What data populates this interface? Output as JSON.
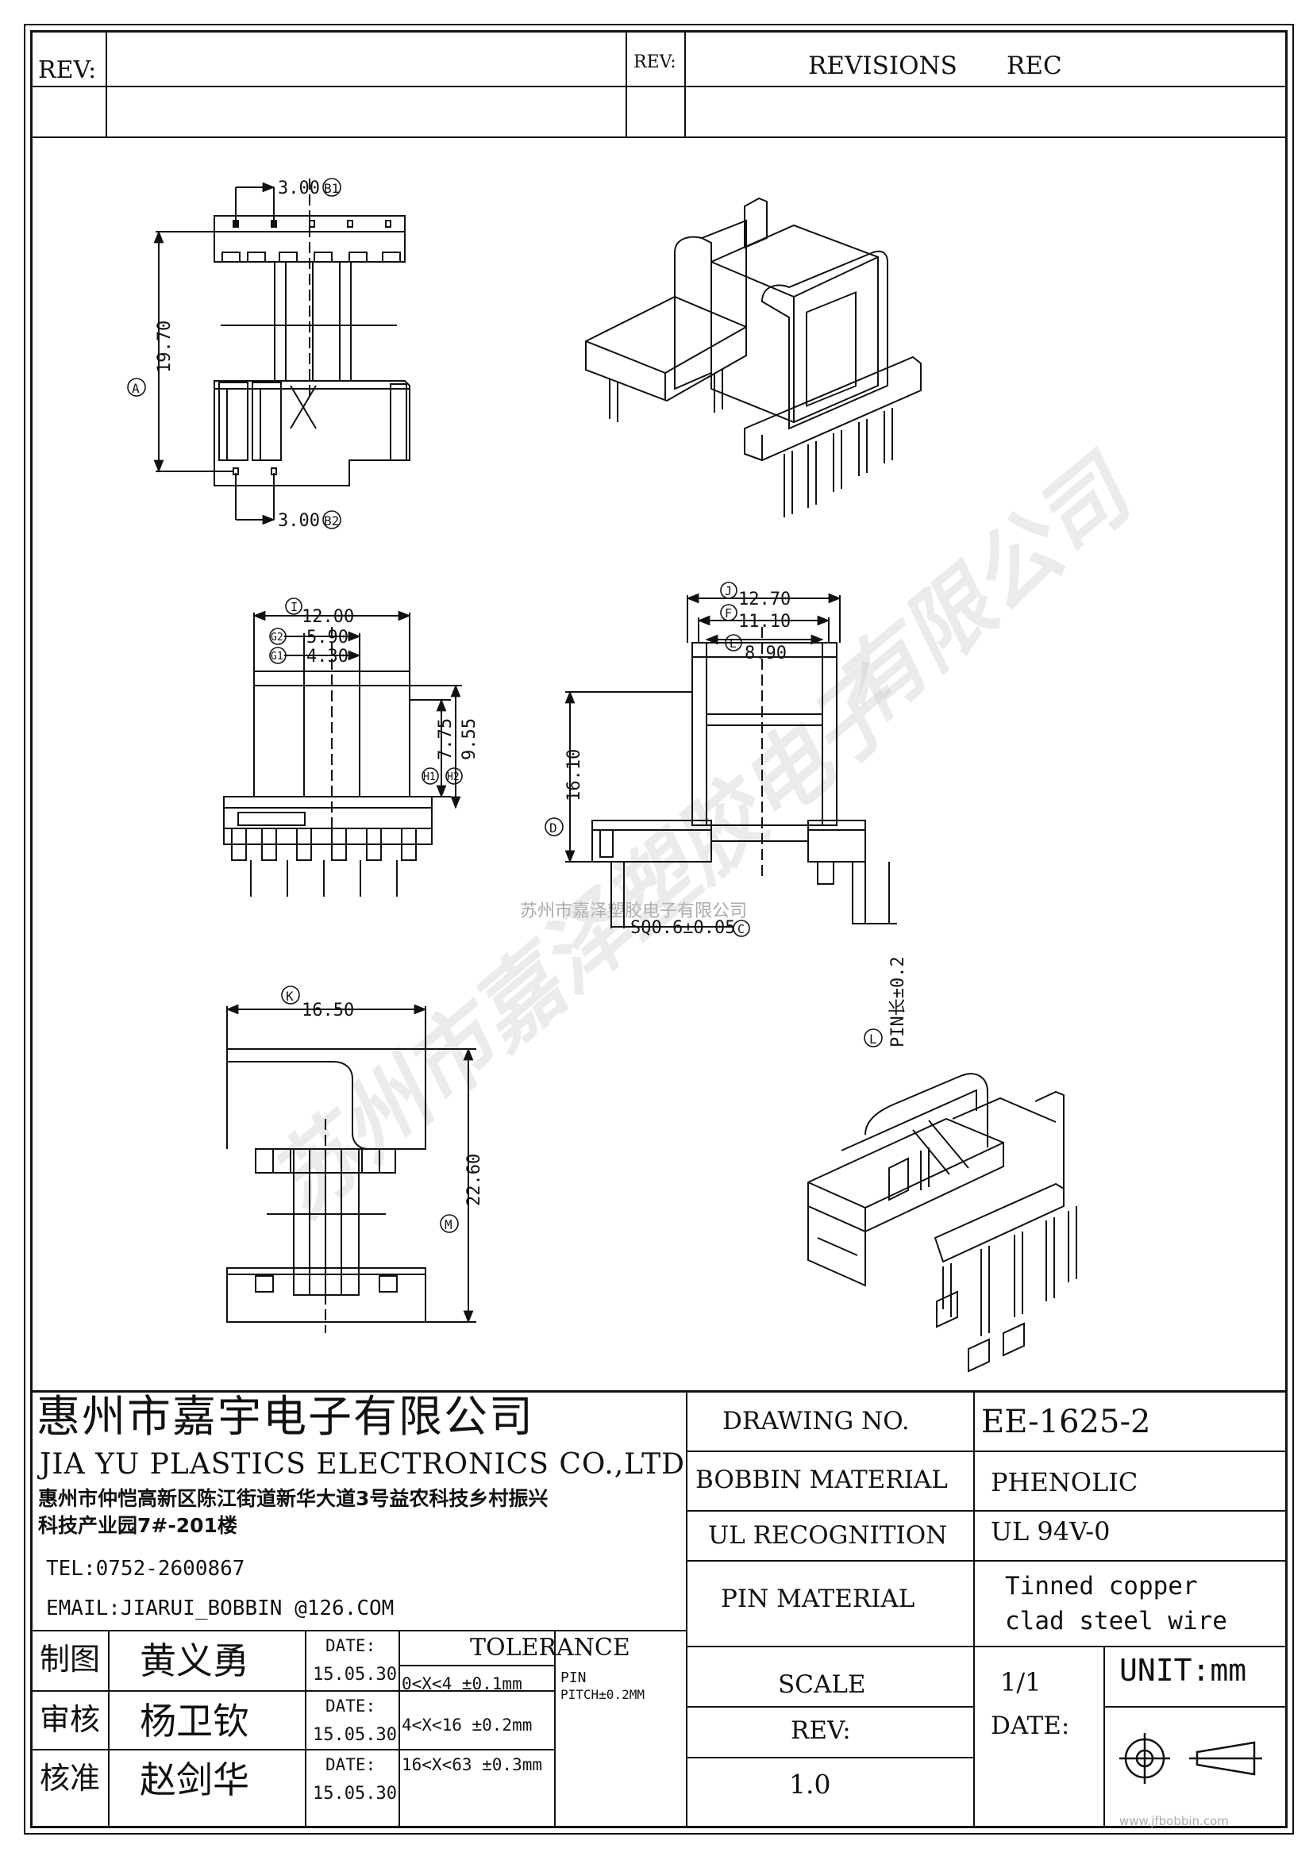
{
  "revision_block": {
    "rev_label_left": "REV:",
    "rev_label_right": "REV:",
    "revisions_label": "REVISIONS",
    "rec_label": "REC"
  },
  "dimensions": {
    "b1": "3.00",
    "b1_id": "B1",
    "b2": "3.00",
    "b2_id": "B2",
    "a": "19.70",
    "a_id": "A",
    "i": "12.00",
    "i_id": "I",
    "g2": "5.90",
    "g2_id": "G2",
    "g1": "4.30",
    "g1_id": "G1",
    "h1": "7.75",
    "h1_id": "H1",
    "h2": "9.55",
    "h2_id": "H2",
    "j": "12.70",
    "j_id": "J",
    "f": "11.10",
    "f_id": "F",
    "e": "8.90",
    "e_id": "E",
    "d": "16.10",
    "d_id": "D",
    "c": "SQ0.6±0.05",
    "c_id": "C",
    "l": "PIN长±0.2",
    "l_id": "L",
    "k": "16.50",
    "k_id": "K",
    "m": "22.60",
    "m_id": "M"
  },
  "watermark": {
    "company_small": "苏州市嘉泽塑胶电子有限公司",
    "big_1": "苏州市嘉泽塑胶电子",
    "big_2": "有限公司",
    "url": "www.jfbobbin.com"
  },
  "company": {
    "name_cn": "惠州市嘉宇电子有限公司",
    "name_en": "JIA YU PLASTICS ELECTRONICS CO.,LTD",
    "address_line1": "惠州市仲恺高新区陈江街道新华大道3号益农科技乡村振兴",
    "address_line2": "科技产业园7#-201楼",
    "tel": "TEL:0752-2600867",
    "email": "EMAIL:JIARUI_BOBBIN @126.COM"
  },
  "signoff": [
    {
      "role": "制图",
      "name": "黄义勇",
      "date_label": "DATE:",
      "date": "15.05.30"
    },
    {
      "role": "审核",
      "name": "杨卫钦",
      "date_label": "DATE:",
      "date": "15.05.30"
    },
    {
      "role": "核准",
      "name": "赵剑华",
      "date_label": "DATE:",
      "date": "15.05.30"
    }
  ],
  "tolerance": {
    "title": "TOLERANCE",
    "rows": [
      "0<X<4  ±0.1mm",
      "4<X<16 ±0.2mm",
      "16<X<63 ±0.3mm"
    ],
    "pin_label": "PIN",
    "pin_pitch": "PITCH±0.2MM"
  },
  "specs": {
    "drawing_no_label": "DRAWING  NO.",
    "drawing_no": "EE-1625-2",
    "bobbin_material_label": "BOBBIN  MATERIAL",
    "bobbin_material": "PHENOLIC",
    "ul_label": "UL RECOGNITION",
    "ul_value": "UL 94V-0",
    "pin_material_label": "PIN MATERIAL",
    "pin_material_1": "Tinned copper",
    "pin_material_2": "clad steel wire",
    "scale_label": "SCALE",
    "scale_value": "1/1",
    "unit": "UNIT:mm",
    "rev_label": "REV:",
    "rev_value": "1.0",
    "date_label": "DATE:"
  }
}
